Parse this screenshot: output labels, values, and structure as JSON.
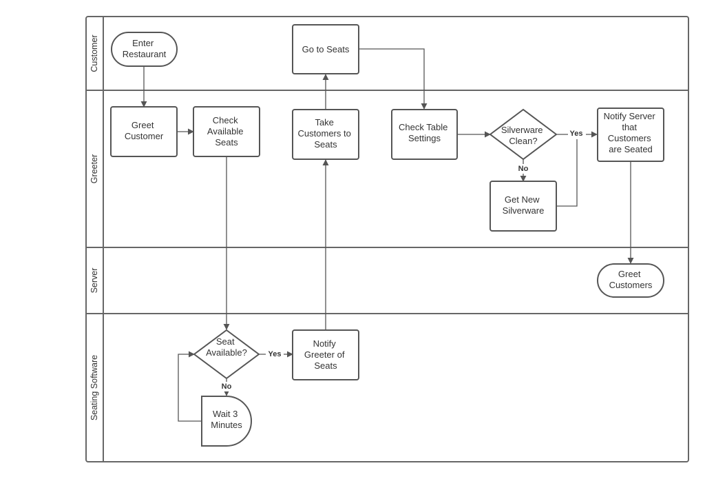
{
  "colors": {
    "stroke": "#555555",
    "text": "#333333",
    "background": "#ffffff"
  },
  "lanes": [
    {
      "id": "customer",
      "label": "Customer"
    },
    {
      "id": "greeter",
      "label": "Greeter"
    },
    {
      "id": "server",
      "label": "Server"
    },
    {
      "id": "seating",
      "label": "Seating Software"
    }
  ],
  "nodes": {
    "enter_restaurant": {
      "shape": "terminal",
      "lines": [
        "Enter",
        "Restaurant"
      ]
    },
    "go_to_seats": {
      "shape": "process",
      "lines": [
        "Go to Seats"
      ]
    },
    "greet_customer": {
      "shape": "process",
      "lines": [
        "Greet",
        "Customer"
      ]
    },
    "check_available_seats": {
      "shape": "process",
      "lines": [
        "Check",
        "Available",
        "Seats"
      ]
    },
    "take_customers": {
      "shape": "process",
      "lines": [
        "Take",
        "Customers to",
        "Seats"
      ]
    },
    "check_table_settings": {
      "shape": "process",
      "lines": [
        "Check Table",
        "Settings"
      ]
    },
    "silverware_clean": {
      "shape": "decision",
      "lines": [
        "Silverware",
        "Clean?"
      ]
    },
    "notify_server": {
      "shape": "process",
      "lines": [
        "Notify Server",
        "that",
        "Customers",
        "are Seated"
      ]
    },
    "get_new_silverware": {
      "shape": "process",
      "lines": [
        "Get New",
        "Silverware"
      ]
    },
    "greet_customers": {
      "shape": "terminal",
      "lines": [
        "Greet",
        "Customers"
      ]
    },
    "seat_available": {
      "shape": "decision",
      "lines": [
        "Seat",
        "Available?"
      ]
    },
    "notify_greeter": {
      "shape": "process",
      "lines": [
        "Notify",
        "Greeter of",
        "Seats"
      ]
    },
    "wait_3_minutes": {
      "shape": "delay",
      "lines": [
        "Wait 3",
        "Minutes"
      ]
    }
  },
  "edges": [
    {
      "id": "e1",
      "label": ""
    },
    {
      "id": "e2",
      "label": ""
    },
    {
      "id": "e3",
      "label": ""
    },
    {
      "id": "e4",
      "label": "Yes"
    },
    {
      "id": "e5",
      "label": ""
    },
    {
      "id": "e6",
      "label": ""
    },
    {
      "id": "e7",
      "label": ""
    },
    {
      "id": "e8",
      "label": ""
    },
    {
      "id": "e9",
      "label": "Yes"
    },
    {
      "id": "e10",
      "label": "No"
    },
    {
      "id": "e11",
      "label": ""
    },
    {
      "id": "e12",
      "label": ""
    },
    {
      "id": "e13",
      "label": "No"
    },
    {
      "id": "e14",
      "label": ""
    }
  ]
}
